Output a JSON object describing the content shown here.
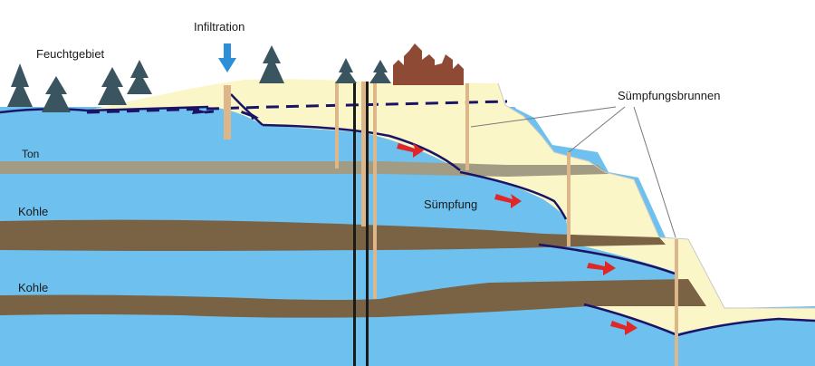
{
  "labels": {
    "infiltration": "Infiltration",
    "wetland": "Feuchtgebiet",
    "drainage_wells": "Sümpfungsbrunnen",
    "clay": "Ton",
    "coal_upper": "Kohle",
    "coal_lower": "Kohle",
    "drainage": "Sümpfung"
  },
  "colors": {
    "aquifer": "#6ec1ee",
    "overburden": "#fbf6c8",
    "clay": "#a19c83",
    "coal": "#7a6245",
    "water_table": "#1b1466",
    "flow_arrow": "#e02626",
    "infiltration_arrow": "#2d8fd8",
    "well_casing": "#ddb68a",
    "tree": "#3a5560",
    "building": "#8f4a36"
  },
  "icons": [
    "infiltration-arrow-icon",
    "tree-icon",
    "building-silhouette-icon",
    "flow-arrow-icon"
  ]
}
